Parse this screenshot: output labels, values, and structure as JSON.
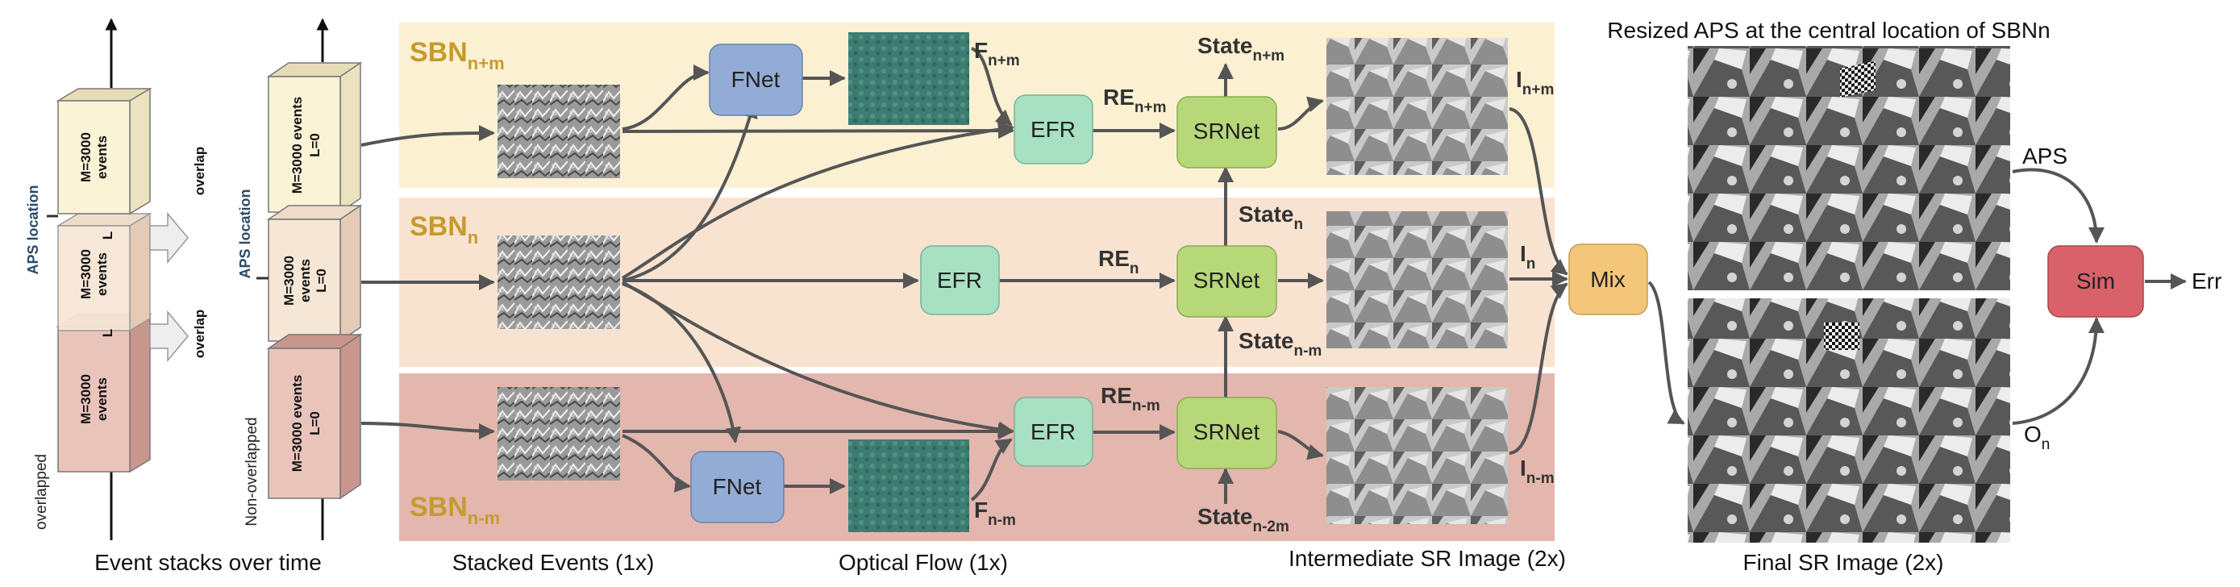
{
  "bands": {
    "top": {
      "label_main": "SBN",
      "label_sub": "n+m"
    },
    "mid": {
      "label_main": "SBN",
      "label_sub": "n"
    },
    "bot": {
      "label_main": "SBN",
      "label_sub": "n-m"
    }
  },
  "modules": {
    "fnet_top": "FNet",
    "fnet_bot": "FNet",
    "efr_top": "EFR",
    "efr_mid": "EFR",
    "efr_bot": "EFR",
    "srnet_top": "SRNet",
    "srnet_mid": "SRNet",
    "srnet_bot": "SRNet",
    "mix": "Mix",
    "sim": "Sim"
  },
  "variables": {
    "F_top": {
      "main": "F",
      "sub": "n+m"
    },
    "F_bot": {
      "main": "F",
      "sub": "n-m"
    },
    "RE_top": {
      "main": "RE",
      "sub": "n+m"
    },
    "RE_mid": {
      "main": "RE",
      "sub": "n"
    },
    "RE_bot": {
      "main": "RE",
      "sub": "n-m"
    },
    "state_top": {
      "main": "State",
      "sub": "n+m"
    },
    "state_mid": {
      "main": "State",
      "sub": "n"
    },
    "state_midlow": {
      "main": "State",
      "sub": "n-m"
    },
    "state_bot": {
      "main": "State",
      "sub": "n-2m"
    },
    "I_top": {
      "main": "I",
      "sub": "n+m"
    },
    "I_mid": {
      "main": "I",
      "sub": "n"
    },
    "I_bot": {
      "main": "I",
      "sub": "n-m"
    },
    "aps": "APS",
    "O": {
      "main": "O",
      "sub": "n"
    },
    "err": "Err"
  },
  "stacks_left": {
    "top": {
      "line1": "M=3000",
      "line2": "events"
    },
    "mid": {
      "line1": "M=3000",
      "line2": "events"
    },
    "bot": {
      "line1": "M=3000",
      "line2": "events"
    },
    "L_top": "L",
    "L_bot": "L",
    "overlap_top": "overlap",
    "overlap_bot": "overlap",
    "aps_location": "APS location",
    "overlapped": "overlapped"
  },
  "stacks_right": {
    "top": {
      "line1": "M=3000 events",
      "line2": "L=0"
    },
    "mid": {
      "line1": "M=3000",
      "line2": "events",
      "line3": "L=0"
    },
    "bot": {
      "line1": "M=3000 events",
      "line2": "L=0"
    },
    "aps_location": "APS location",
    "non_overlapped": "Non-overlapped"
  },
  "captions": {
    "event_stacks": "Event stacks over time",
    "stacked_events": "Stacked Events (1x)",
    "optical_flow": "Optical Flow (1x)",
    "intermediate_sr": "Intermediate SR Image (2x)",
    "final_sr": "Final SR Image (2x)",
    "resized_aps": "Resized APS at the central location of SBNn"
  },
  "colors": {
    "band_top": "#fbf1d2",
    "band_mid": "#f8e3d1",
    "band_bot": "#e3b7ae",
    "fnet": "#93acd6",
    "efr": "#a7e0c3",
    "srnet": "#b7d879",
    "mix": "#f4c67a",
    "sim": "#d9626a",
    "sbn_label": "#c79a2e",
    "arrow": "#555555"
  }
}
